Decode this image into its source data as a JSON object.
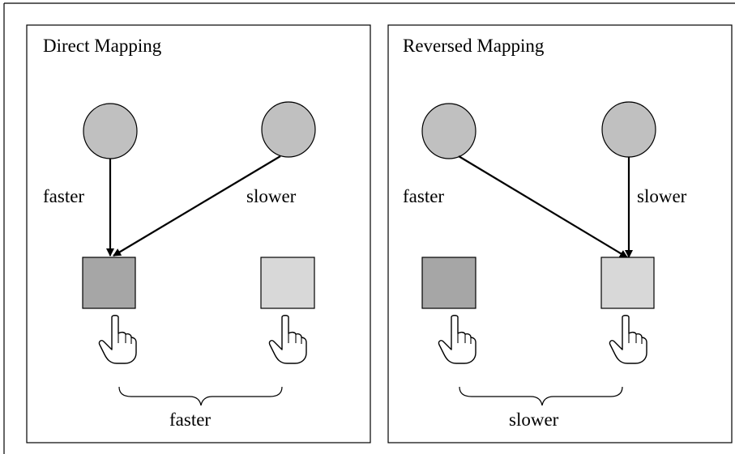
{
  "panels": [
    {
      "title": "Direct Mapping",
      "arrow_left_label": "faster",
      "arrow_right_label": "slower",
      "bottom_label": "faster"
    },
    {
      "title": "Reversed Mapping",
      "arrow_left_label": "faster",
      "arrow_right_label": "slower",
      "bottom_label": "slower"
    }
  ],
  "colors": {
    "circle_fill": "#c0c0c0",
    "square_dark_fill": "#a6a6a6",
    "square_light_fill": "#d8d8d8",
    "stroke": "#000000"
  },
  "icons": [
    "pointing-hand-icon"
  ]
}
